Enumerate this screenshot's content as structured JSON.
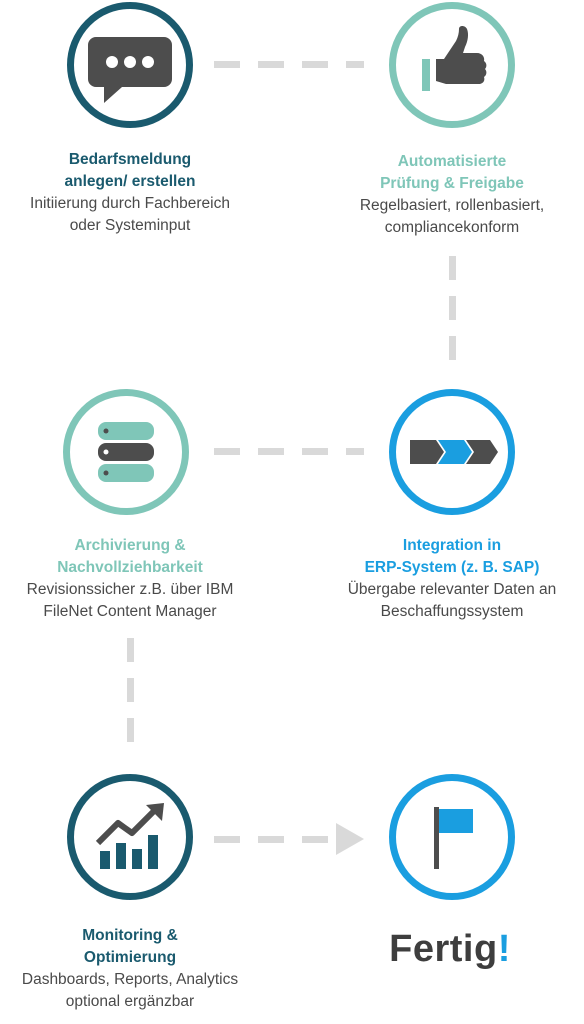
{
  "colors": {
    "dark": "#1a5a6e",
    "teal": "#7fc6b8",
    "blue": "#1a9ee0",
    "icon_gray": "#4d4d4d",
    "dash": "#d9d9d9"
  },
  "steps": [
    {
      "id": "bedarfsmeldung",
      "icon": "speech-bubble-icon",
      "title_lines": [
        "Bedarfsmeldung",
        "anlegen/ erstellen"
      ],
      "desc_lines": [
        "Initiierung durch Fachbereich",
        "oder Systeminput"
      ]
    },
    {
      "id": "pruefung",
      "icon": "thumbs-up-icon",
      "title_lines": [
        "Automatisierte",
        "Prüfung & Freigabe"
      ],
      "desc_lines": [
        "Regelbasiert, rollenbasiert,",
        "compliancekonform"
      ]
    },
    {
      "id": "integration",
      "icon": "process-arrows-icon",
      "title_lines": [
        "Integration in",
        "ERP-System (z. B. SAP)"
      ],
      "desc_lines": [
        "Übergabe relevanter Daten an",
        "Beschaffungssystem"
      ]
    },
    {
      "id": "archivierung",
      "icon": "database-icon",
      "title_lines": [
        "Archivierung &",
        "Nachvollziehbarkeit"
      ],
      "desc_lines": [
        "Revisionssicher z.B. über IBM",
        "FileNet Content Manager"
      ]
    },
    {
      "id": "monitoring",
      "icon": "growth-chart-icon",
      "title_lines": [
        "Monitoring &",
        "Optimierung"
      ],
      "desc_lines": [
        "Dashboards, Reports, Analytics",
        "optional ergänzbar"
      ]
    }
  ],
  "final": {
    "icon": "flag-icon",
    "label": "Fertig",
    "mark": "!"
  }
}
